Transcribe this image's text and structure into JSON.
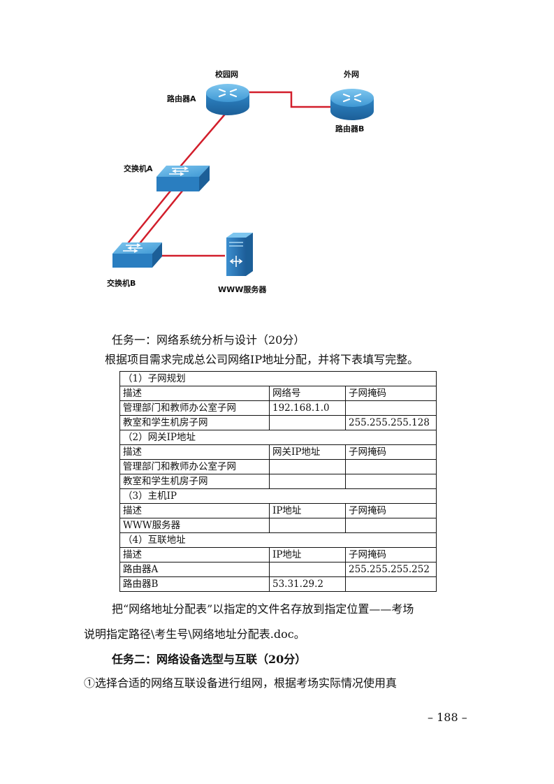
{
  "diagram": {
    "labels": {
      "campus_net": "校园网",
      "external_net": "外网",
      "router_a": "路由器A",
      "router_b": "路由器B",
      "switch_a": "交换机A",
      "switch_b": "交换机B",
      "www_server": "WWW服务器"
    },
    "colors": {
      "link": "#d21e2b",
      "device_blue": "#2c7fc0",
      "device_light": "#5fb2e6"
    }
  },
  "task1": {
    "heading": "任务一：网络系统分析与设计（20分）",
    "intro": "根据项目需求完成总公司网络IP地址分配，并将下表填写完整。"
  },
  "table": {
    "s1_title": "（1）子网规划",
    "s1_headers": [
      "描述",
      "网络号",
      "子网掩码"
    ],
    "s1_rows": [
      [
        "管理部门和教师办公室子网",
        "192.168.1.0",
        ""
      ],
      [
        "教室和学生机房子网",
        "",
        "255.255.255.128"
      ]
    ],
    "s2_title": "（2）网关IP地址",
    "s2_headers": [
      "描述",
      "网关IP地址",
      "子网掩码"
    ],
    "s2_rows": [
      [
        "管理部门和教师办公室子网",
        "",
        ""
      ],
      [
        "教室和学生机房子网",
        "",
        ""
      ]
    ],
    "s3_title": "（3）主机IP",
    "s3_headers": [
      "描述",
      "IP地址",
      "子网掩码"
    ],
    "s3_rows": [
      [
        "WWW服务器",
        "",
        ""
      ]
    ],
    "s4_title": "（4）互联地址",
    "s4_headers": [
      "描述",
      "IP地址",
      "子网掩码"
    ],
    "s4_rows": [
      [
        "路由器A",
        "",
        "255.255.255.252"
      ],
      [
        "路由器B",
        "53.31.29.2",
        ""
      ]
    ]
  },
  "save_note_line1": "把“网络地址分配表”以指定的文件名存放到指定位置——考场",
  "save_note_line2": "说明指定路径\\考生号\\网络地址分配表.doc。",
  "task2": {
    "heading": "任务二：网络设备选型与互联（20分）",
    "line1": "①选择合适的网络互联设备进行组网，根据考场实际情况使用真"
  },
  "page_number": "– 188 –"
}
